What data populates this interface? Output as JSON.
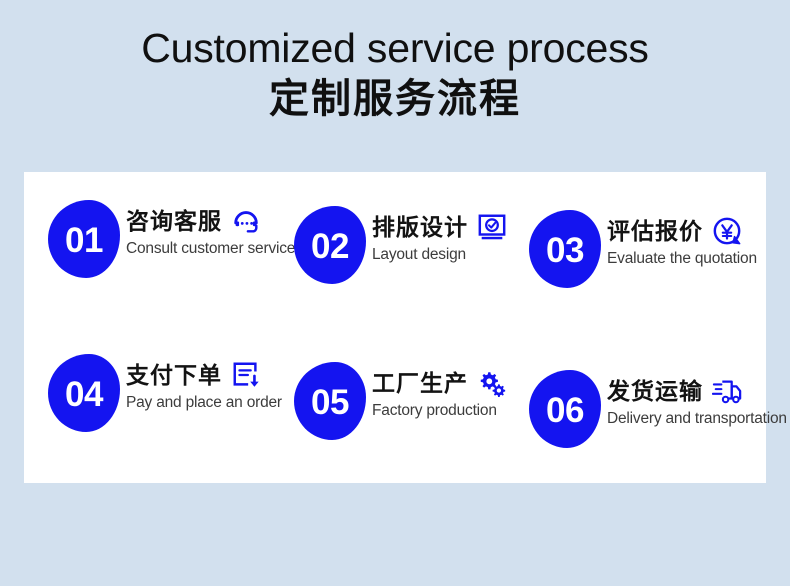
{
  "header": {
    "title_en": "Customized service process",
    "title_cn": "定制服务流程"
  },
  "colors": {
    "background": "#d2e0ee",
    "card": "#ffffff",
    "accent_blue": "#1414f0",
    "title_text": "#101010",
    "label_cn": "#131313",
    "label_en": "#3c3c3c"
  },
  "steps": [
    {
      "number": "01",
      "label_cn": "咨询客服",
      "label_en": "Consult customer service",
      "icon": "headset-icon"
    },
    {
      "number": "02",
      "label_cn": "排版设计",
      "label_en": "Layout design",
      "icon": "monitor-check-icon"
    },
    {
      "number": "03",
      "label_cn": "评估报价",
      "label_en": "Evaluate the quotation",
      "icon": "yuan-bubble-icon"
    },
    {
      "number": "04",
      "label_cn": "支付下单",
      "label_en": "Pay and place an order",
      "icon": "document-download-icon"
    },
    {
      "number": "05",
      "label_cn": "工厂生产",
      "label_en": "Factory production",
      "icon": "gears-icon"
    },
    {
      "number": "06",
      "label_cn": "发货运输",
      "label_en": "Delivery and transportation",
      "icon": "delivery-truck-icon"
    }
  ]
}
